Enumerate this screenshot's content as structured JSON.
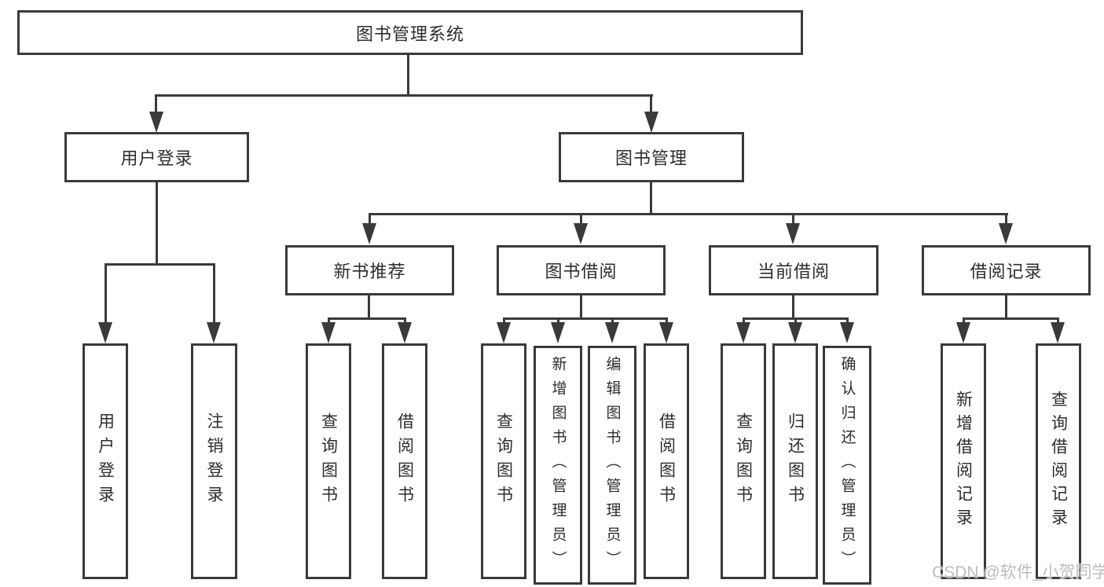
{
  "diagram": {
    "title": "图书管理系统",
    "level2": {
      "user_login": "用户登录",
      "book_management": "图书管理"
    },
    "user_login_children": [
      {
        "label": "用户登录"
      },
      {
        "label": "注销登录"
      }
    ],
    "book_management_children": [
      {
        "label": "新书推荐"
      },
      {
        "label": "图书借阅"
      },
      {
        "label": "当前借阅"
      },
      {
        "label": "借阅记录"
      }
    ],
    "new_book_children": [
      {
        "label": "查询图书"
      },
      {
        "label": "借阅图书"
      }
    ],
    "book_borrow_children": [
      {
        "label": "查询图书"
      },
      {
        "label": "新增图书（管理员）"
      },
      {
        "label": "编辑图书（管理员）"
      },
      {
        "label": "借阅图书"
      }
    ],
    "current_borrow_children": [
      {
        "label": "查询图书"
      },
      {
        "label": "归还图书"
      },
      {
        "label": "确认归还（管理员）"
      }
    ],
    "borrow_record_children": [
      {
        "label": "新增借阅记录"
      },
      {
        "label": "查询借阅记录"
      }
    ],
    "watermark": "CSDN @软件_小贺同学",
    "colors": {
      "line": "#3a3a3a",
      "text": "#2d2d2d",
      "background": "#ffffff",
      "watermark": "#bdbdbd"
    }
  }
}
